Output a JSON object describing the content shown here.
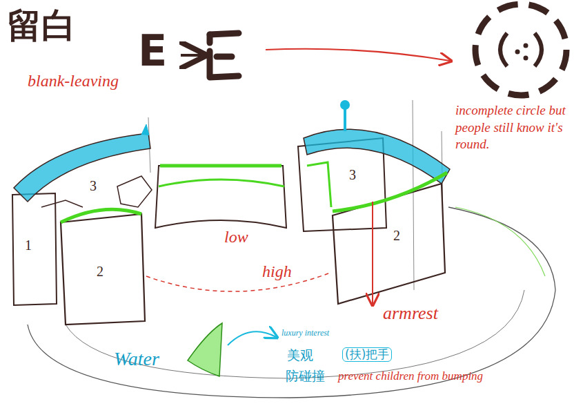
{
  "diagram": {
    "title": "留白",
    "labels": [
      "blank-leaving",
      "E",
      "incomplete circle but people still know it's round.",
      "3",
      "3",
      "1",
      "2",
      "2",
      "low",
      "high",
      "armrest",
      "Water",
      "luxury interest",
      "美观",
      "(扶)把手",
      "防碰撞",
      "prevent children from bumping"
    ]
  }
}
